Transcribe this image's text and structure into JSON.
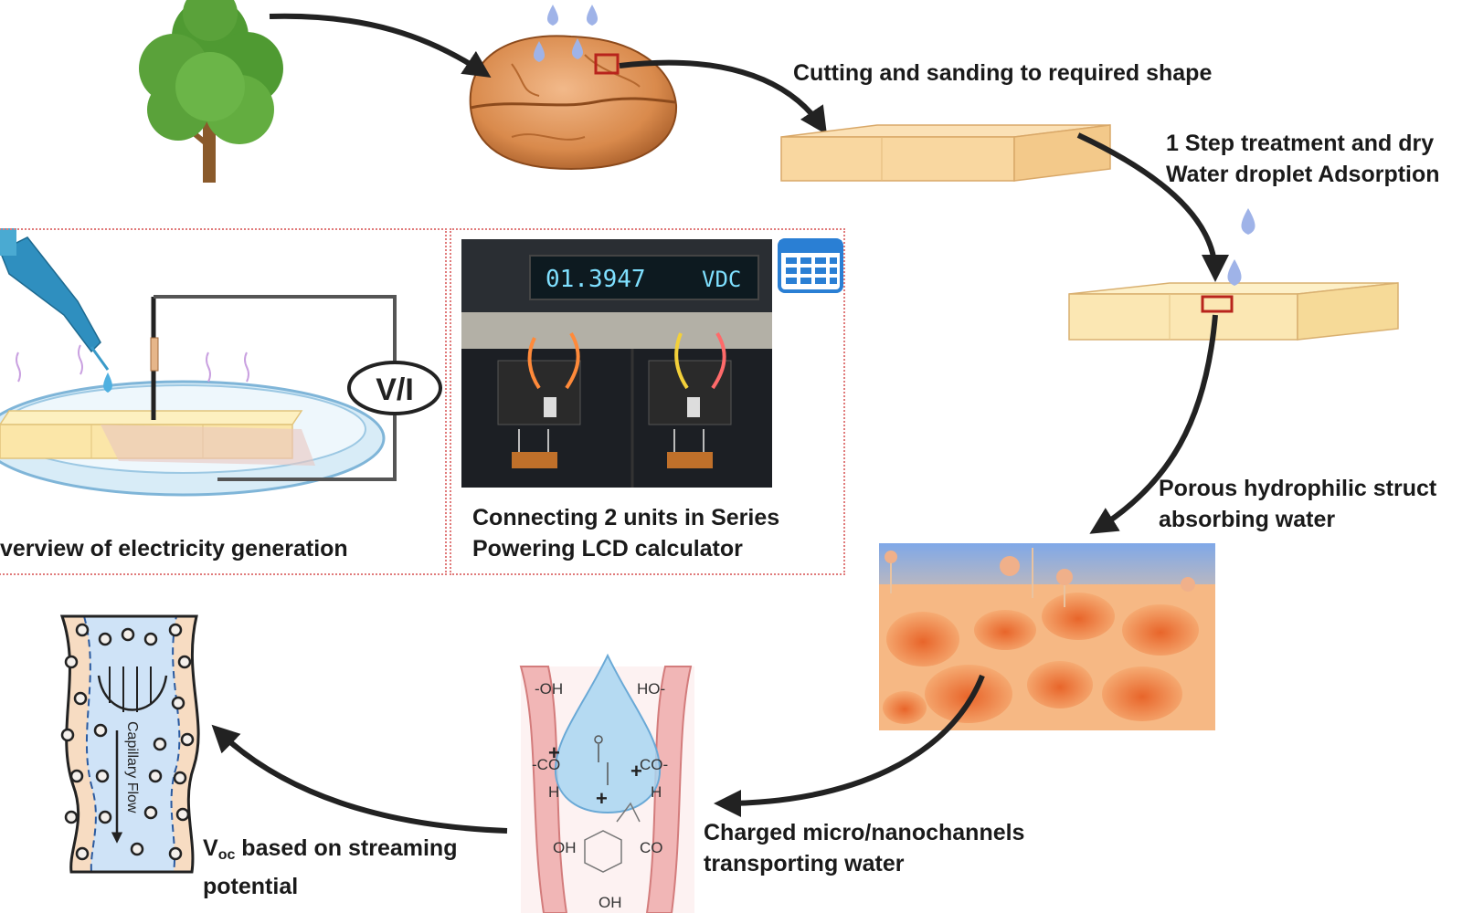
{
  "labels": {
    "cutting": "Cutting and sanding to required shape",
    "treatment_line1": "1 Step treatment and dry",
    "treatment_line2": "Water droplet Adsorption",
    "porous_line1": "Porous hydrophilic struct",
    "porous_line2": "absorbing water",
    "charged_line1": "Charged micro/nanochannels",
    "charged_line2": "transporting water",
    "voc_symbol": "V",
    "voc_subscript": "oc",
    "voc_line1_rest": " based on streaming",
    "voc_line2": "potential",
    "overview": "verview of electricity generation",
    "series_line1": "Connecting 2 units in Series",
    "series_line2": "Powering LCD calculator"
  },
  "diagram_text": {
    "meter_symbol": "V/I",
    "multimeter_reading": "01.3947",
    "multimeter_unit": "VDC",
    "capillary_flow": "Capillary Flow"
  },
  "chem_groups": {
    "oh_left": "-OH",
    "ho_right": "HO-",
    "co_left": "-CO",
    "co_right": "CO-",
    "h_left": "H",
    "h_right": "H",
    "oh_lower_left": "OH",
    "co_lower_right": "CO",
    "oh_bottom": "OH"
  },
  "colors": {
    "wood": "#f9d7a0",
    "wood_edge": "#d9a868",
    "arrow": "#222222",
    "water": "#8fc4ea",
    "highlight_box": "#b8241c",
    "panel_border": "#e07a7a",
    "tree_green": "#5aa23a",
    "walnut": "#d98a4c"
  }
}
